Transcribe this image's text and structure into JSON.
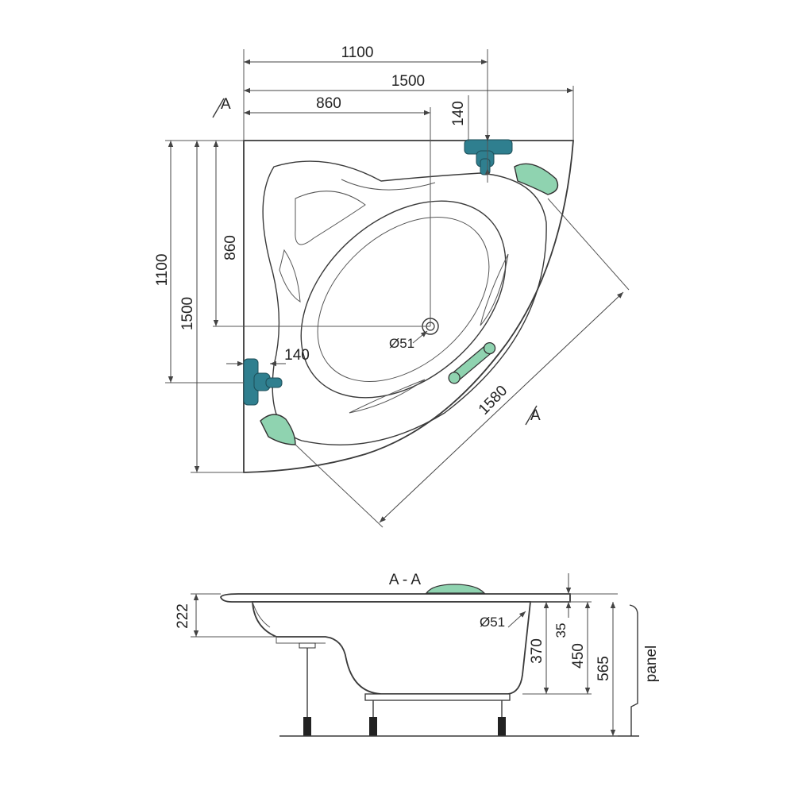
{
  "diagram": {
    "top_view": {
      "dim_width_1100": "1100",
      "dim_width_1500": "1500",
      "dim_width_860": "860",
      "dim_height_1100": "1100",
      "dim_height_1500": "1500",
      "dim_height_860": "860",
      "dim_tap_offset_top": "140",
      "dim_tap_offset_left": "140",
      "dim_diagonal": "1580",
      "drain_label": "Ø51",
      "section_marker_top": "A",
      "section_marker_bottom": "A"
    },
    "section_view": {
      "title": "A - A",
      "dim_222": "222",
      "dim_35": "35",
      "dim_370": "370",
      "dim_450": "450",
      "dim_565": "565",
      "overflow_label": "Ø51",
      "panel_label": "panel"
    },
    "colors": {
      "headrest": "#8fd3b0",
      "tap": "#2f7f8f",
      "handle": "#8fd3b0"
    }
  }
}
